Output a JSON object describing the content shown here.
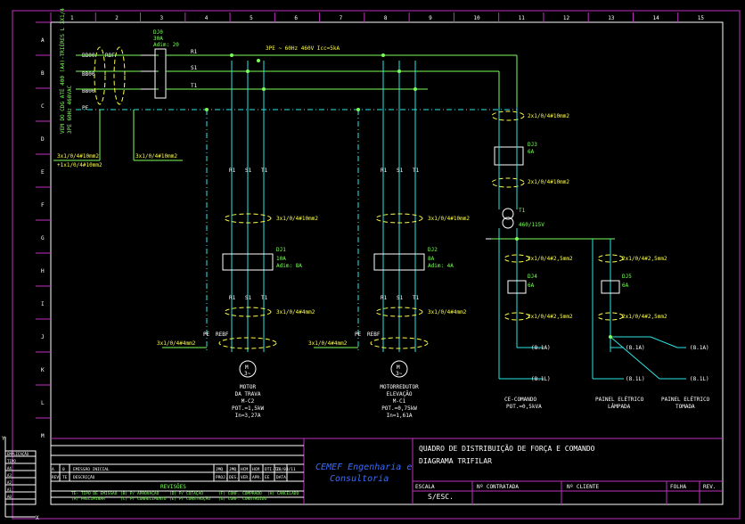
{
  "grid": {
    "cols": [
      "1",
      "2",
      "3",
      "4",
      "5",
      "6",
      "7",
      "8",
      "9",
      "10",
      "11",
      "12",
      "13",
      "14",
      "15"
    ],
    "rows": [
      "A",
      "B",
      "C",
      "D",
      "E",
      "F",
      "G",
      "H",
      "I",
      "J",
      "K",
      "L",
      "M"
    ]
  },
  "supply": {
    "text_vertical": "VEM DO CDG ATÉ 400 (A4)-TRIÉRES L 3X1/4",
    "text_vertical2": "3PE 60Hz 460VAC",
    "bus_label": "3PE ~ 60Hz 460V Icc=5kA",
    "phases": [
      "BB00",
      "BB00",
      "BB00"
    ],
    "pe": "PE",
    "cable_in": "3x1/0/4#10mm2",
    "cable_in2": "+1x1/0/4#10mm2",
    "cable_pe": "3x1/0/4#10mm2",
    "rbf": "RBF",
    "lines": [
      "R1",
      "S1",
      "T1"
    ]
  },
  "main_breaker": {
    "id": "DJ0",
    "rating": "30A",
    "adj": "Adim: 20"
  },
  "feeders": [
    {
      "phases": [
        "R1",
        "S1",
        "T1"
      ],
      "cable_top": "3x1/0/4#10mm2",
      "breaker": "DJ1",
      "rating": "10A",
      "adj": "Adim: 8A",
      "cable_mid": "3x1/0/4#4mm2",
      "cable_low": "3x1/0/4#4mm2",
      "pe": "PE",
      "rbf": "REBF",
      "motor": "M",
      "motor_sub": "3~",
      "desc": [
        "MOTOR",
        "DA TRAVA",
        "M-C2",
        "POT.=1,5kW",
        "In=3,27A"
      ]
    },
    {
      "phases": [
        "R1",
        "S1",
        "T1"
      ],
      "cable_top": "3x1/0/4#10mm2",
      "breaker": "DJ2",
      "rating": "8A",
      "adj": "Adim: 4A",
      "cable_mid": "3x1/0/4#4mm2",
      "cable_low": "3x1/0/4#4mm2",
      "pe": "PE",
      "rbf": "REBF",
      "motor": "M",
      "motor_sub": "3~",
      "desc": [
        "MOTORREDUTOR",
        "ELEVAÇÃO",
        "M-C1",
        "POT.=0,75kW",
        "In=1,61A"
      ]
    }
  ],
  "control": {
    "cable_1": "2x1/0/4#10mm2",
    "breaker": "DJ3",
    "rating": "6A",
    "cable_2": "2x1/0/4#10mm2",
    "transformer": "T1",
    "tr_ratio": "460/115V",
    "branches": [
      {
        "cable_a": "2x1/0/4#2,5mm2",
        "breaker": "DJ4",
        "rating": "6A",
        "cable_b": "2x1/0/4#2,5mm2",
        "refs": [
          "(8.1A)",
          "(8.1L)"
        ],
        "desc": [
          "CE-COMANDO",
          "POT.=0,5kVA"
        ]
      },
      {
        "cable_a": "2x1/0/4#2,5mm2",
        "breaker": "DJ5",
        "rating": "6A",
        "cable_b": "2x1/0/4#2,5mm2",
        "refs": [
          "(8.1A)",
          "(8.1L)"
        ],
        "desc": [
          "PAINEL ELÉTRICO",
          "LÂMPADA"
        ]
      }
    ],
    "last": {
      "refs": [
        "(8.1A)",
        "(8.1L)"
      ],
      "desc": [
        "PAINEL ELÉTRICO",
        "TOMADA"
      ]
    }
  },
  "titleblock": {
    "company": "CEMEF Engenharia e",
    "company2": "Consultoria",
    "title": "QUADRO DE DISTRIBUIÇÃO DE FORÇA E COMANDO",
    "subtitle": "DIAGRAMA TRIFILAR",
    "scale_label": "ESCALA",
    "scale_value": "S/ESC.",
    "contract_label": "Nº CONTRATADA",
    "client_label": "Nº CLIENTE",
    "sheet_label": "FOLHA",
    "rev_label": "REV.",
    "rev_row": [
      "A",
      "0",
      "EMISSÃO INICIAL",
      "JMQ",
      "JMQ",
      "HCM",
      "HCM",
      "DTI-TI",
      "28/03/11"
    ],
    "rev_head": [
      "REV.",
      "TE",
      "DESCRIÇÃO",
      "PROJ.",
      "DES.",
      "VER.",
      "APR.",
      "EE",
      "DATA"
    ],
    "revisions": "REVISÕES",
    "legend": [
      "TE- TIPO DE EMISSÃO",
      "(A) PRELIMINAR",
      "(B) P/ APROVAÇÃO",
      "(C) P/ CONHECIMENTO",
      "(D) P/ COTAÇÃO",
      "(E) P/ CONSTRUÇÃO",
      "(F) CONF. COMPRADO",
      "(G) CONF. CONSTRUÍDO",
      "(H) CANCELADO"
    ],
    "side_table": [
      "EMPLICAÇÃO",
      "TIPO",
      "A4",
      "A3",
      "A2",
      "A1",
      "A0"
    ]
  },
  "colors": {
    "bg": "#000000",
    "white": "#ffffff",
    "green": "#7cff5a",
    "cyan": "#2de6e6",
    "yellow": "#ffff4a",
    "magenta": "#c02fc0",
    "blue": "#3a6cff"
  }
}
